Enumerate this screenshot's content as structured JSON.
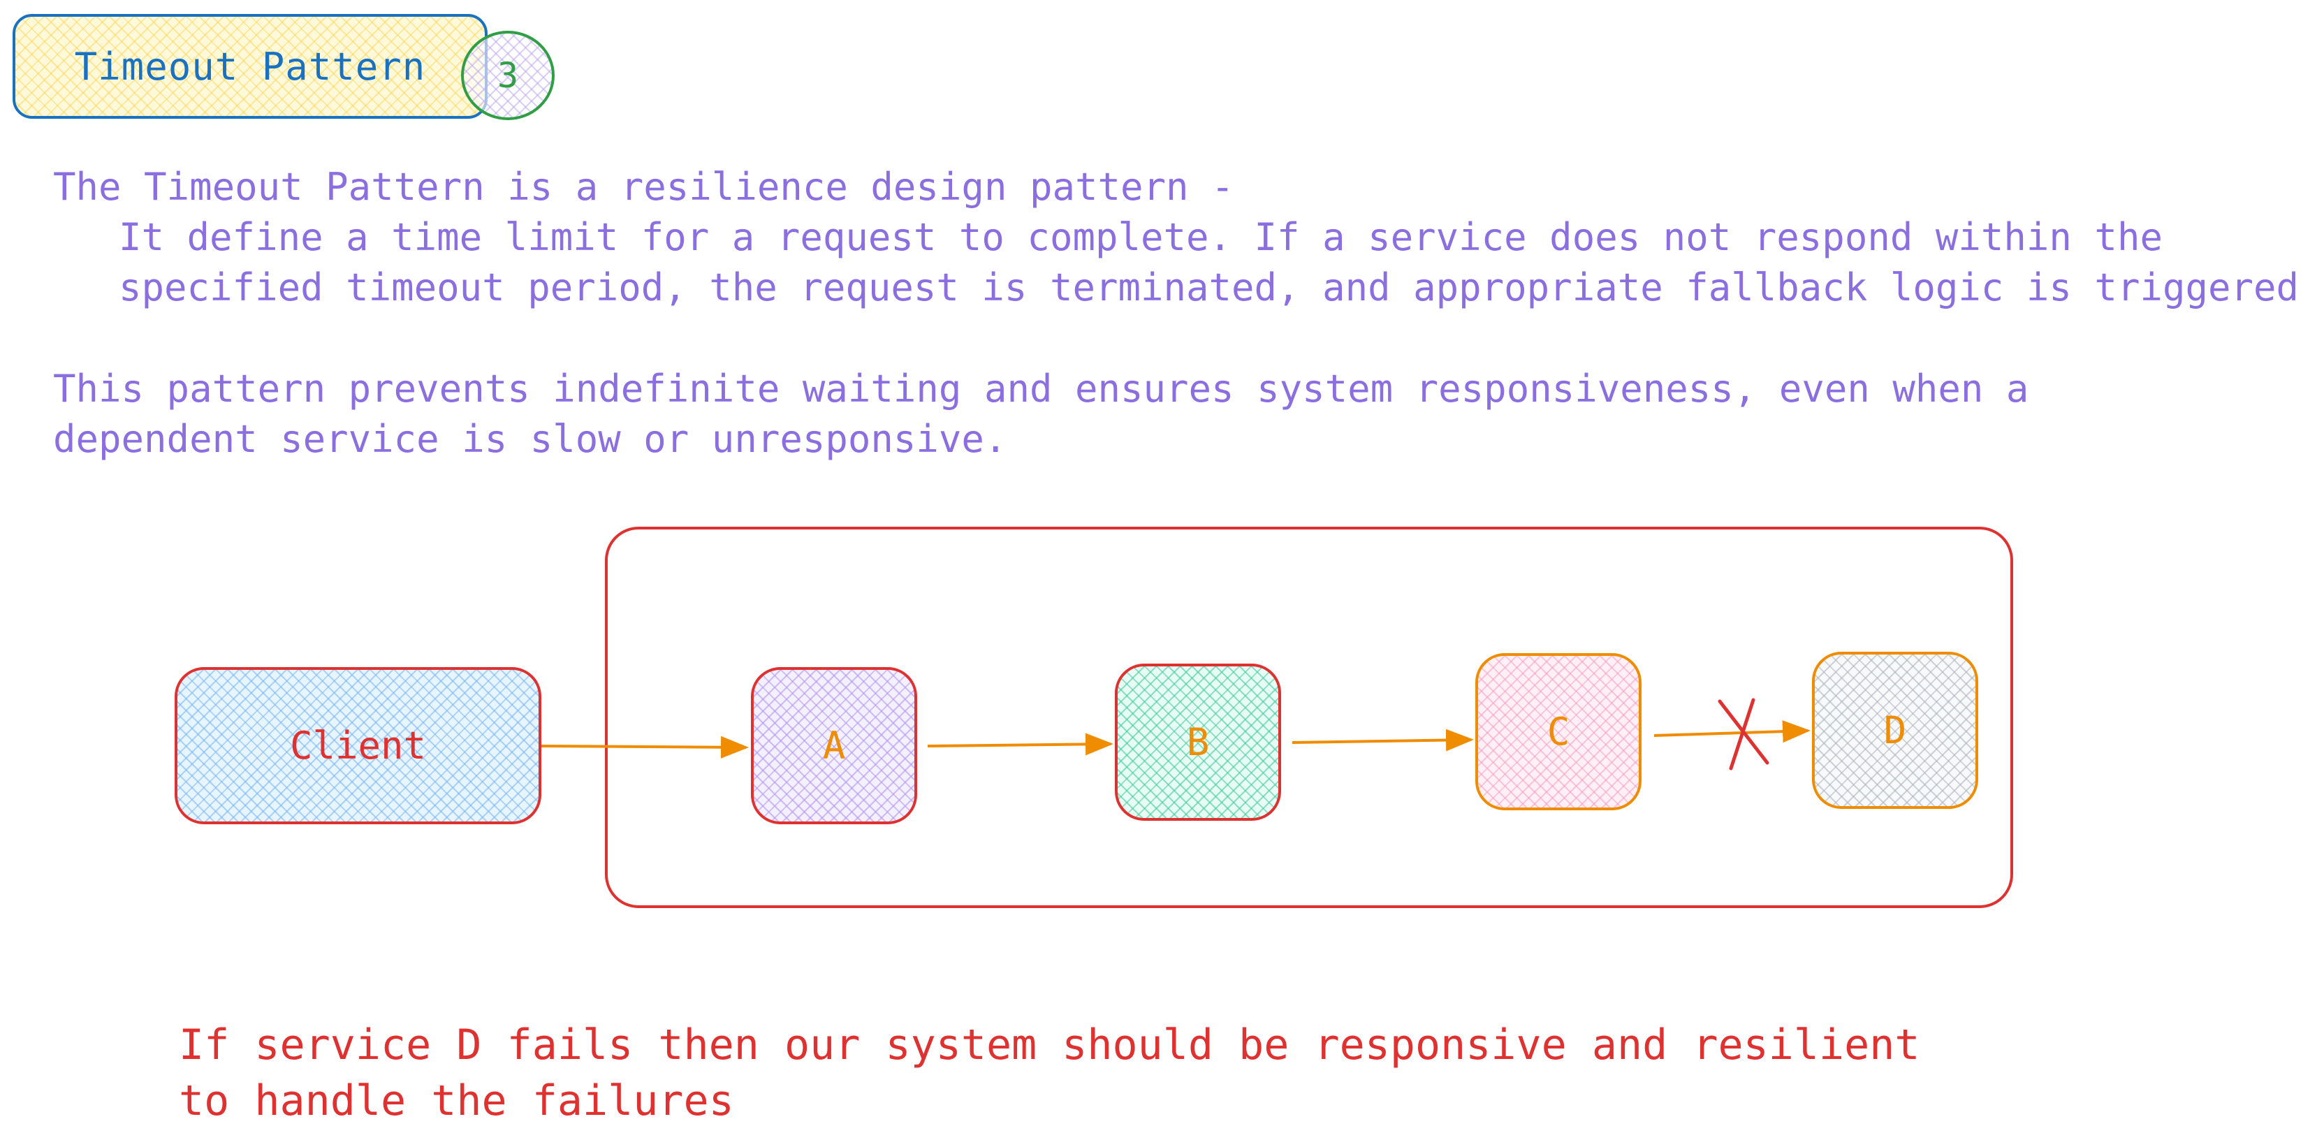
{
  "header": {
    "title": "Timeout Pattern",
    "step_number": "3"
  },
  "description": {
    "line1": "The Timeout Pattern is a resilience design pattern -",
    "line2": "It define a time limit for a request to complete. If a service does not respond within the",
    "line3": "specified timeout period, the request is terminated, and appropriate fallback logic is triggered",
    "line4": "This pattern prevents indefinite waiting and ensures system responsiveness, even when a",
    "line5": "dependent service is slow or unresponsive."
  },
  "diagram": {
    "nodes": {
      "client": "Client",
      "a": "A",
      "b": "B",
      "c": "C",
      "d": "D"
    },
    "colors": {
      "boundary": "#e03131",
      "arrow": "#f08c00",
      "failure_mark": "#e03131"
    }
  },
  "note": {
    "line1": "If service D fails then our system should be responsive and resilient",
    "line2": "to handle the failures"
  }
}
